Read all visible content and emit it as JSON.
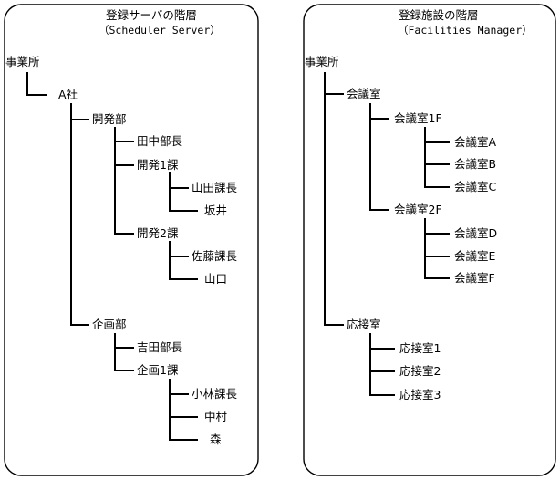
{
  "left_panel": {
    "title": "登録サーバの階層",
    "subtitle": "（Scheduler Server）",
    "root": "事業所",
    "company": "A社",
    "dept1": "開発部",
    "dept1_head": "田中部長",
    "section1": "開発1課",
    "section1_chief": "山田課長",
    "section1_member": "坂井",
    "section2": "開発2課",
    "section2_chief": "佐藤課長",
    "section2_member": "山口",
    "dept2": "企画部",
    "dept2_head": "吉田部長",
    "section3": "企画1課",
    "section3_chief": "小林課長",
    "section3_member1": "中村",
    "section3_member2": "森"
  },
  "right_panel": {
    "title": "登録施設の階層",
    "subtitle": "（Facilities Manager）",
    "root": "事業所",
    "group1": "会議室",
    "floor1": "会議室1F",
    "room_a": "会議室A",
    "room_b": "会議室B",
    "room_c": "会議室C",
    "floor2": "会議室2F",
    "room_d": "会議室D",
    "room_e": "会議室E",
    "room_f": "会議室F",
    "group2": "応接室",
    "reception1": "応接室1",
    "reception2": "応接室2",
    "reception3": "応接室3"
  }
}
